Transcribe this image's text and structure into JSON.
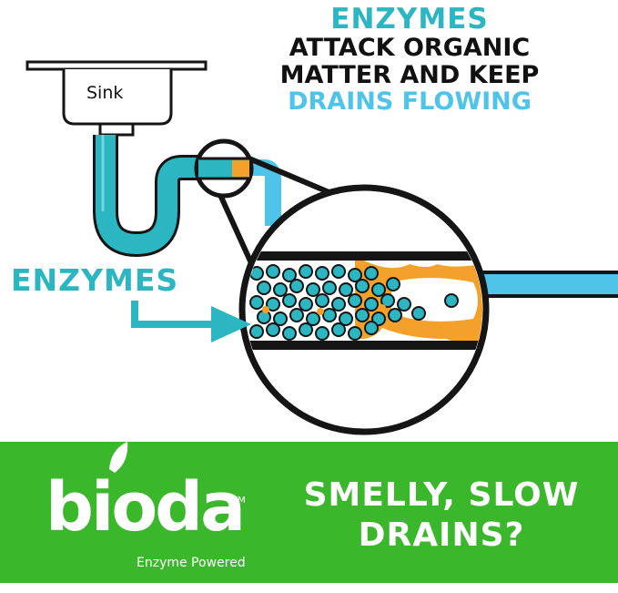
{
  "headline": {
    "line1": "ENZYMES",
    "line2": "ATTACK ORGANIC",
    "line3": "MATTER AND KEEP",
    "line4": "DRAINS FLOWING"
  },
  "diagram": {
    "sink_label": "Sink",
    "enzymes_label": "ENZYMES"
  },
  "brand": {
    "name": "bioda",
    "trademark": "TM",
    "tagline": "Enzyme Powered"
  },
  "banner": {
    "question_line1": "SMELLY, SLOW",
    "question_line2": "DRAINS?"
  },
  "colors": {
    "teal": "#2bb6c1",
    "blue": "#4fc3e8",
    "green": "#3bb72c",
    "orange": "#f4a12b",
    "dark": "#151515"
  }
}
